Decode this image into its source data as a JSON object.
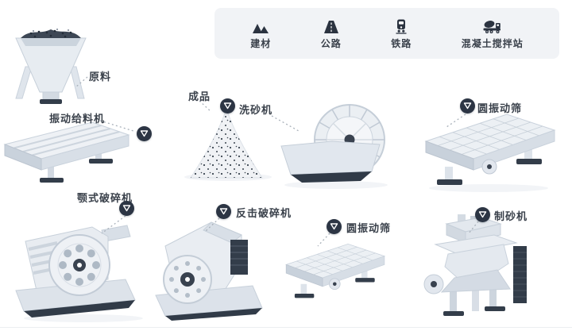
{
  "legend": {
    "items": [
      {
        "label": "建材",
        "icon": "building-materials-icon"
      },
      {
        "label": "公路",
        "icon": "highway-icon"
      },
      {
        "label": "铁路",
        "icon": "railway-icon"
      },
      {
        "label": "混凝土搅拌站",
        "icon": "concrete-mixing-station-icon"
      }
    ]
  },
  "nodes": [
    {
      "id": "raw-material",
      "label": "原料"
    },
    {
      "id": "vibrating-feeder",
      "label": "振动给料机"
    },
    {
      "id": "finished-product",
      "label": "成品"
    },
    {
      "id": "sand-washer",
      "label": "洗砂机"
    },
    {
      "id": "circular-vibrating-screen-upper",
      "label": "圆振动筛"
    },
    {
      "id": "jaw-crusher",
      "label": "颚式破碎机"
    },
    {
      "id": "impact-crusher",
      "label": "反击破碎机"
    },
    {
      "id": "circular-vibrating-screen-lower",
      "label": "圆振动筛"
    },
    {
      "id": "sand-making-machine",
      "label": "制砂机"
    }
  ],
  "colors": {
    "background": "#ffffff",
    "legend_background": "#f1f3f6",
    "marker_background": "#2c3544",
    "marker_glyph": "#ffffff",
    "label_text": "#3a414b",
    "connector": "#a9b1ba",
    "machine_light": "#eaeef3",
    "machine_shade": "#d6dde5",
    "machine_dark": "#333d4a"
  }
}
